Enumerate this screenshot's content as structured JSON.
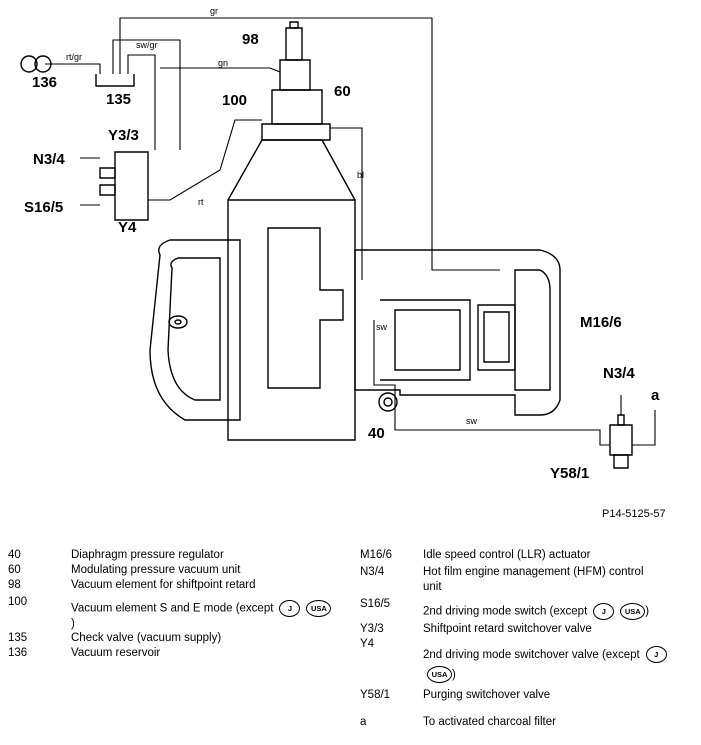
{
  "labels": {
    "c136": "136",
    "c135": "135",
    "c98": "98",
    "c100": "100",
    "c60": "60",
    "y33": "Y3/3",
    "n34_left": "N3/4",
    "s165": "S16/5",
    "y4": "Y4",
    "m166": "M16/6",
    "n34_right": "N3/4",
    "a": "a",
    "c40": "40",
    "y581": "Y58/1"
  },
  "hose_colors": {
    "rtgr": "rt/gr",
    "swgr": "sw/gr",
    "gr": "gr",
    "gn": "gn",
    "rt": "rt",
    "bl": "bl",
    "sw_vert": "sw",
    "sw_bottom": "sw"
  },
  "figure_code": "P14-5125-57",
  "badges": {
    "j": "J",
    "usa": "USA"
  },
  "legend": {
    "left": [
      {
        "code": "40",
        "desc": "Diaphragm pressure regulator"
      },
      {
        "code": "60",
        "desc": "Modulating pressure vacuum unit"
      },
      {
        "code": "98",
        "desc": "Vacuum element for shiftpoint retard"
      },
      {
        "code": "100",
        "desc": "Vacuum element S and E mode (except",
        "cont": ")"
      },
      {
        "code": "135",
        "desc": "Check valve (vacuum supply)"
      },
      {
        "code": "136",
        "desc": "Vacuum reservoir"
      }
    ],
    "right": [
      {
        "code": "M16/6",
        "desc": "Idle speed control (LLR) actuator"
      },
      {
        "code": "N3/4",
        "desc": "Hot film engine management (HFM) control",
        "cont": "unit"
      },
      {
        "code": "S16/5",
        "desc": "2nd driving mode switch (except",
        "tail": ")"
      },
      {
        "code": "Y3/3",
        "desc": "Shiftpoint retard switchover valve"
      },
      {
        "code": "Y4",
        "desc": "2nd driving mode switchover valve (except",
        "tail": ")"
      },
      {
        "code": "Y58/1",
        "desc": "Purging switchover valve"
      },
      {
        "code": "a",
        "desc": "To activated charcoal filter"
      }
    ]
  }
}
